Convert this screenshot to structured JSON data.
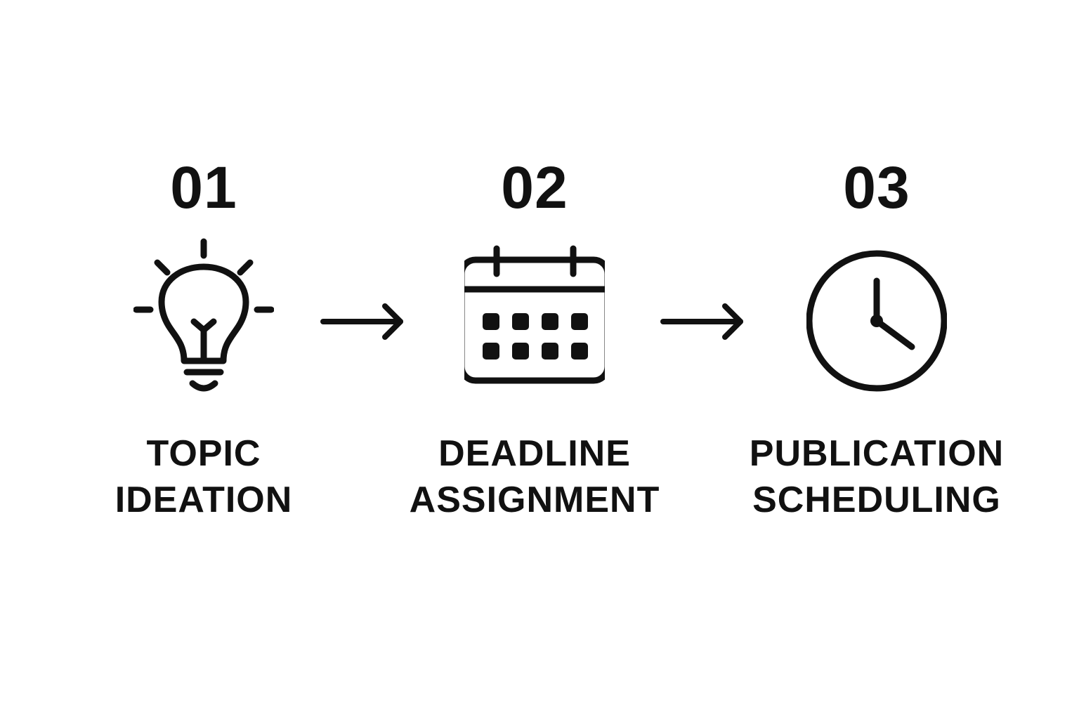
{
  "steps": [
    {
      "number": "01",
      "icon": "lightbulb-icon",
      "label_lines": [
        "TOPIC",
        "IDEATION"
      ]
    },
    {
      "number": "02",
      "icon": "calendar-icon",
      "label_lines": [
        "DEADLINE",
        "ASSIGNMENT"
      ]
    },
    {
      "number": "03",
      "icon": "clock-icon",
      "label_lines": [
        "PUBLICATION",
        "SCHEDULING"
      ]
    }
  ],
  "connectors": [
    {
      "from": "01",
      "to": "02",
      "icon": "arrow-right-icon"
    },
    {
      "from": "02",
      "to": "03",
      "icon": "arrow-right-icon"
    }
  ],
  "colors": {
    "background": "#ffffff",
    "ink": "#111111"
  }
}
